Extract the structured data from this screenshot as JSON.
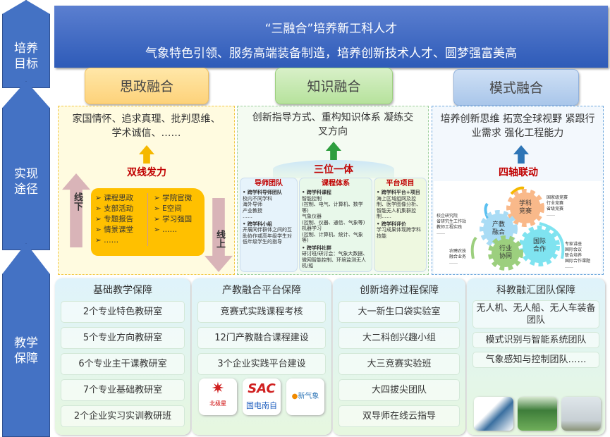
{
  "left_stages": [
    "培养\n目标",
    "实现\n途径",
    "教学\n保障"
  ],
  "header": {
    "title": "“三融合”培养新工科人才",
    "subtitle": "气象特色引领、服务高端装备制造，培养创新技术人才、圆梦强富美高"
  },
  "tabs": [
    "思政融合",
    "知识融合",
    "模式融合"
  ],
  "panel1": {
    "desc": "家国情怀、追求真理、批判思维、学术诚信、……",
    "title": "双线发力",
    "left_arrow": "线下",
    "right_arrow": "线上",
    "left_items": [
      "课程思政",
      "支部活动",
      "专题报告",
      "情景课堂",
      "……"
    ],
    "right_items": [
      "学院官微",
      "E空间",
      "学习强国",
      "……"
    ]
  },
  "panel2": {
    "desc": "创新指导方式、重构知识体系 凝练交叉方向",
    "title": "三位一体",
    "cols": [
      {
        "title": "导师团队",
        "lines": [
          {
            "b": "跨学科导师团队"
          },
          {
            "t": "校内不同学科"
          },
          {
            "t": "海外导师"
          },
          {
            "t": "产业教授"
          },
          {
            "t": "……"
          },
          {
            "b": "跨学科小组"
          },
          {
            "t": "开展同伴群体之间的互助协作或高年级学生对低年级学生的指导"
          }
        ]
      },
      {
        "title": "课程体系",
        "lines": [
          {
            "b": "跨学科课程"
          },
          {
            "t": "智能控制"
          },
          {
            "t": "(控制、电气、计算机、数学等)"
          },
          {
            "t": "气象仪器"
          },
          {
            "t": "(控制、仪器、通信、气象等)"
          },
          {
            "t": "机器学习"
          },
          {
            "t": "(控制、计算机、统计、气象等)"
          },
          {
            "b": "跨学科社群"
          },
          {
            "t": "研讨班/研讨会：气象大数据、微网智能控制、环境监测无人机/船"
          }
        ]
      },
      {
        "title": "平台项目",
        "lines": [
          {
            "b": "跨学科平台+项目"
          },
          {
            "t": "海上区域组网及控制、医学图像分析、智能无人机集群控制……"
          },
          {
            "b": "跨学科评价"
          },
          {
            "t": "学习成果体现跨学科技能"
          }
        ]
      }
    ]
  },
  "panel3": {
    "desc": "培养创新思维  拓宽全球视野 紧跟行业需求  强化工程能力",
    "title": "四轴联动",
    "gears": [
      {
        "label": "学科\n竞赛",
        "color": "#f9b98a",
        "notes": [
          "国家级竞赛",
          "行业竞赛",
          "省级竞赛",
          "……"
        ]
      },
      {
        "label": "产教\n融合",
        "color": "#a9dcf5",
        "notes": [
          "校企研究院",
          "省研究生工作站",
          "教师工程实践",
          "……"
        ]
      },
      {
        "label": "国际\n合作",
        "color": "#7fe3f0",
        "notes": [
          "专家讲座",
          "国际会议",
          "联合培养",
          "国际合作课题",
          "……"
        ]
      },
      {
        "label": "行业\n协同",
        "color": "#9ccf7e",
        "notes": [
          "农聘农技",
          "融合业务",
          "……"
        ]
      }
    ]
  },
  "bottom": [
    {
      "title": "基础教学保障",
      "items": [
        "2个专业特色教研室",
        "5个专业方向教研室",
        "6个专业主干课教研室",
        "7个专业基础教研室",
        "2个企业实习实训教研班"
      ]
    },
    {
      "title": "产教融合平台保障",
      "items": [
        "竞赛式实践课程考核",
        "12门产教融合课程建设",
        "3个企业实践平台建设"
      ],
      "logos": [
        "北极星",
        "国电南自",
        "新气象"
      ]
    },
    {
      "title": "创新培养过程保障",
      "items": [
        "大一新生口袋实验室",
        "大二科创兴趣小组",
        "大三竞赛实验班",
        "大四拔尖团队",
        "双导师在线云指导"
      ]
    },
    {
      "title": "科教融汇团队保障",
      "items": [
        "无人机、无人船、无人车装备团队",
        "模式识别与智能系统团队",
        "气象感知与控制团队……"
      ]
    }
  ]
}
